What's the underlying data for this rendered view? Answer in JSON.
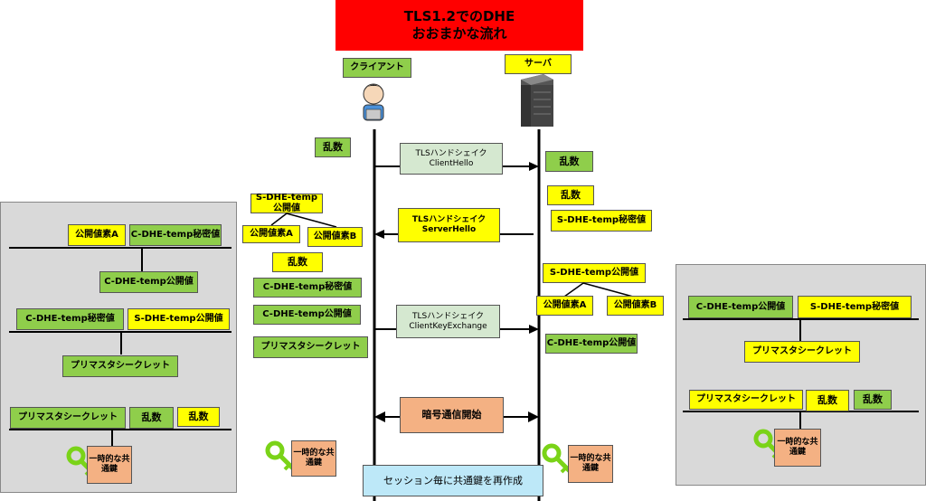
{
  "title": {
    "line1": "TLS1.2でのDHE",
    "line2": "おおまかな流れ"
  },
  "client_label": "クライアント",
  "server_label": "サーバ",
  "messages": {
    "client_hello": {
      "l1": "TLSハンドシェイク",
      "l2": "ClientHello"
    },
    "server_hello": {
      "l1": "TLSハンドシェイク",
      "l2": "ServerHello"
    },
    "client_key_exchange": {
      "l1": "TLSハンドシェイク",
      "l2": "ClientKeyExchange"
    },
    "start": "暗号通信開始",
    "regen": "セッション毎に共通鍵を再作成"
  },
  "client": {
    "random": "乱数",
    "s_public": "S-DHE-temp公開値",
    "pub_a": "公開値素A",
    "pub_b": "公開値素B",
    "random2": "乱数",
    "c_secret": "C-DHE-temp秘密値",
    "c_public": "C-DHE-temp公開値",
    "premaster": "プリマスタシークレット",
    "key": "一時的な共通鍵"
  },
  "server": {
    "random": "乱数",
    "random2": "乱数",
    "s_secret": "S-DHE-temp秘密値",
    "s_public": "S-DHE-temp公開値",
    "pub_a": "公開値素A",
    "pub_b": "公開値素B",
    "c_public": "C-DHE-temp公開値",
    "key": "一時的な共通鍵"
  },
  "left_panel": {
    "pub_a": "公開値素A",
    "c_secret": "C-DHE-temp秘密値",
    "c_public": "C-DHE-temp公開値",
    "c_secret2": "C-DHE-temp秘密値",
    "s_public": "S-DHE-temp公開値",
    "premaster": "プリマスタシークレット",
    "premaster2": "プリマスタシークレット",
    "rand1": "乱数",
    "rand2": "乱数",
    "key": "一時的な共通鍵"
  },
  "right_panel": {
    "c_public": "C-DHE-temp公開値",
    "s_secret": "S-DHE-temp秘密値",
    "premaster": "プリマスタシークレット",
    "premaster2": "プリマスタシークレット",
    "rand1": "乱数",
    "rand2": "乱数",
    "key": "一時的な共通鍵"
  }
}
